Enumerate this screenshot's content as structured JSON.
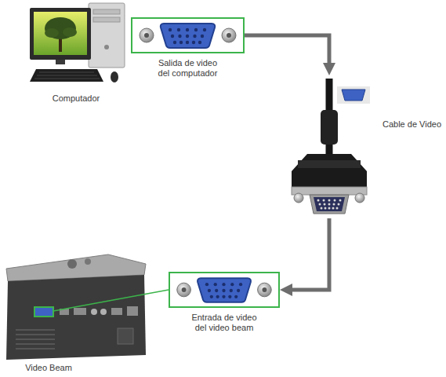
{
  "diagram": {
    "nodes": [
      {
        "text": [
          "Salida de video del computador"
        ]
      },
      {
        "text": [
          "Cable de Video"
        ]
      },
      {
        "text": [
          "Entrada de video del video beam"
        ]
      }
    ],
    "edges": [
      {
        "from": 0,
        "to": 1,
        "arrow": "to"
      },
      {
        "from": 1,
        "to": 2,
        "arrow": "to"
      }
    ],
    "labels": [
      "Computador",
      "Video Beam"
    ]
  }
}
